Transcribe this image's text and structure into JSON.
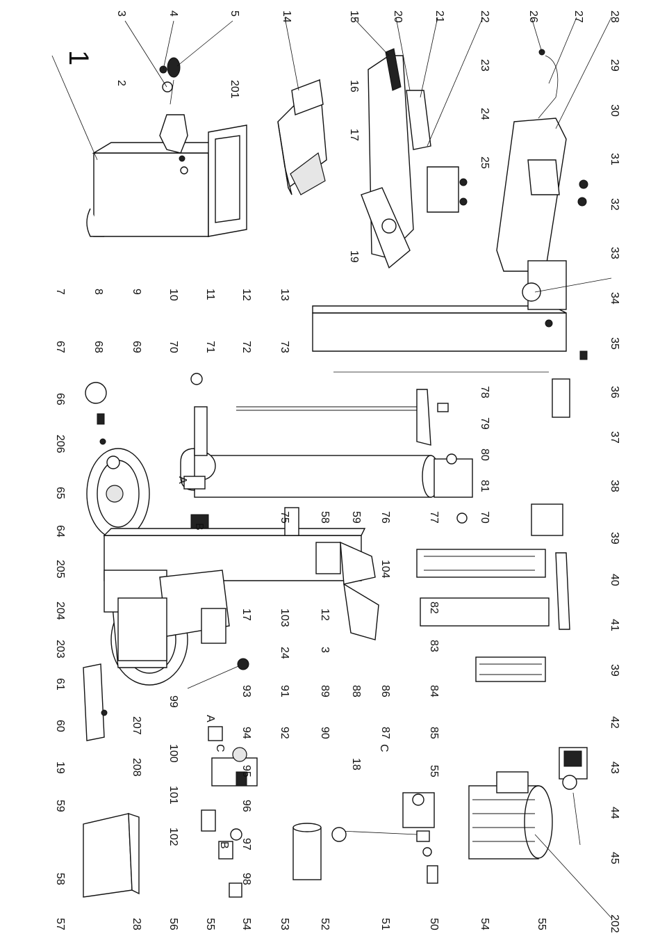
{
  "figure_number": "1",
  "diagram_style": "exploded parts view, rotated 90 degrees",
  "labels_top": [
    "3",
    "4",
    "5",
    "14",
    "15",
    "20",
    "21",
    "22",
    "23",
    "24",
    "26",
    "27",
    "28",
    "29",
    "30",
    "31",
    "32",
    "2",
    "201",
    "16",
    "17",
    "25",
    "1"
  ],
  "labels_bottom_row1": [
    "7",
    "8",
    "9",
    "10",
    "11",
    "12",
    "13",
    "19",
    "33",
    "34",
    "35",
    "36",
    "37"
  ],
  "labels_middle": [
    "67",
    "68",
    "69",
    "70",
    "71",
    "72",
    "73",
    "78",
    "79",
    "80",
    "81",
    "70",
    "38",
    "66",
    "206",
    "65",
    "64",
    "205",
    "204",
    "203",
    "75",
    "58",
    "59",
    "76",
    "77",
    "104",
    "39",
    "40",
    "41",
    "82",
    "83",
    "84",
    "85",
    "86",
    "87",
    "88",
    "89",
    "90",
    "91",
    "92",
    "93",
    "94",
    "95",
    "96",
    "97",
    "98",
    "99",
    "100",
    "101",
    "102",
    "103",
    "17",
    "24",
    "3",
    "12",
    "39",
    "42",
    "43",
    "44",
    "45"
  ],
  "labels_bottom": [
    "61",
    "60",
    "207",
    "208",
    "19",
    "59",
    "58",
    "57",
    "28",
    "56",
    "55",
    "54",
    "53",
    "52",
    "51",
    "50",
    "54",
    "55",
    "202",
    "18",
    "55"
  ],
  "callouts_inline": [
    "A",
    "B",
    "A",
    "B",
    "C",
    "C"
  ]
}
